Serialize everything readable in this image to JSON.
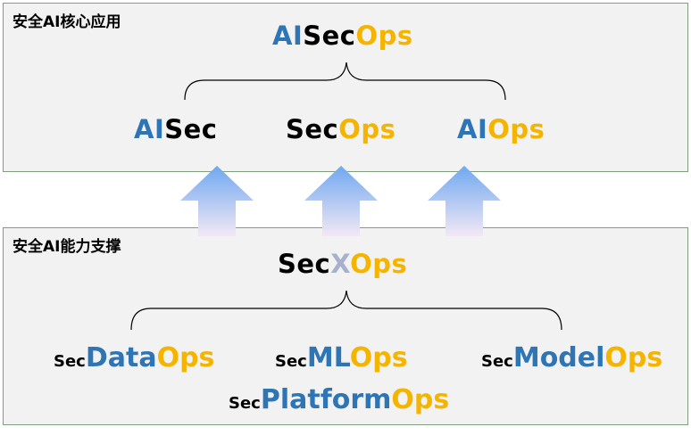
{
  "top_panel": {
    "title": "安全AI核心应用",
    "root": {
      "part1": "AI",
      "part2": "Sec",
      "part3": "Ops"
    },
    "children": [
      {
        "parts": [
          {
            "text": "AI",
            "color": "blue"
          },
          {
            "text": "Sec",
            "color": "black"
          }
        ]
      },
      {
        "parts": [
          {
            "text": "Sec",
            "color": "black"
          },
          {
            "text": "Ops",
            "color": "orange"
          }
        ]
      },
      {
        "parts": [
          {
            "text": "AI",
            "color": "blue"
          },
          {
            "text": "Ops",
            "color": "orange"
          }
        ]
      }
    ]
  },
  "bottom_panel": {
    "title": "安全AI能力支撑",
    "root": {
      "part1": "Sec",
      "part2": "X",
      "part3": "Ops"
    },
    "items": [
      {
        "prefix": "Sec",
        "name": "Data",
        "suffix": "Ops"
      },
      {
        "prefix": "Sec",
        "name": "ML",
        "suffix": "Ops"
      },
      {
        "prefix": "Sec",
        "name": "Model",
        "suffix": "Ops"
      },
      {
        "prefix": "Sec",
        "name": "Platform",
        "suffix": "Ops"
      }
    ]
  },
  "colors": {
    "blue": "#2e75b6",
    "orange": "#f5b400",
    "grey_x": "#a7b0cc",
    "arrow_top": "#6fa8f0",
    "arrow_bottom": "#f3e8f5"
  }
}
